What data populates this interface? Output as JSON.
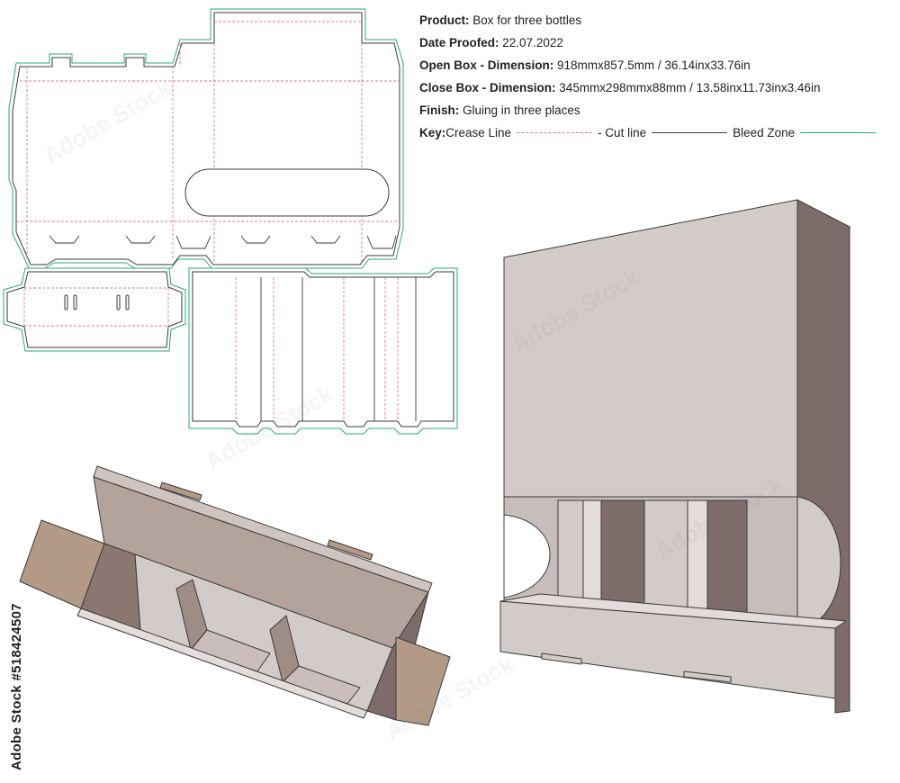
{
  "spec": {
    "product_label": "Product:",
    "product_value": "Box for three bottles",
    "date_label": "Date Proofed:",
    "date_value": "22.07.2022",
    "open_label": "Open Box - Dimension:",
    "open_value": "918mmx857.5mm / 36.14inx33.76in",
    "close_label": "Close Box - Dimension:",
    "close_value": "345mmx298mmx88mm / 13.58inx11.73inx3.46in",
    "finish_label": "Finish:",
    "finish_value": "Gluing in three places",
    "key_label": "Key:",
    "key_crease": "Crease Line",
    "key_cut": "- Cut line",
    "key_bleed": "Bleed Zone"
  },
  "stock_id": "#518424507",
  "watermark_text": "Adobe Stock",
  "colors": {
    "cut_line": "#3a3a3a",
    "crease_line": "#e07a7a",
    "bleed_zone": "#29a879",
    "box_light": "#d3cbca",
    "box_mid": "#b3a39c",
    "box_dark": "#7d6c6a",
    "flap_tan": "#b39a86"
  }
}
